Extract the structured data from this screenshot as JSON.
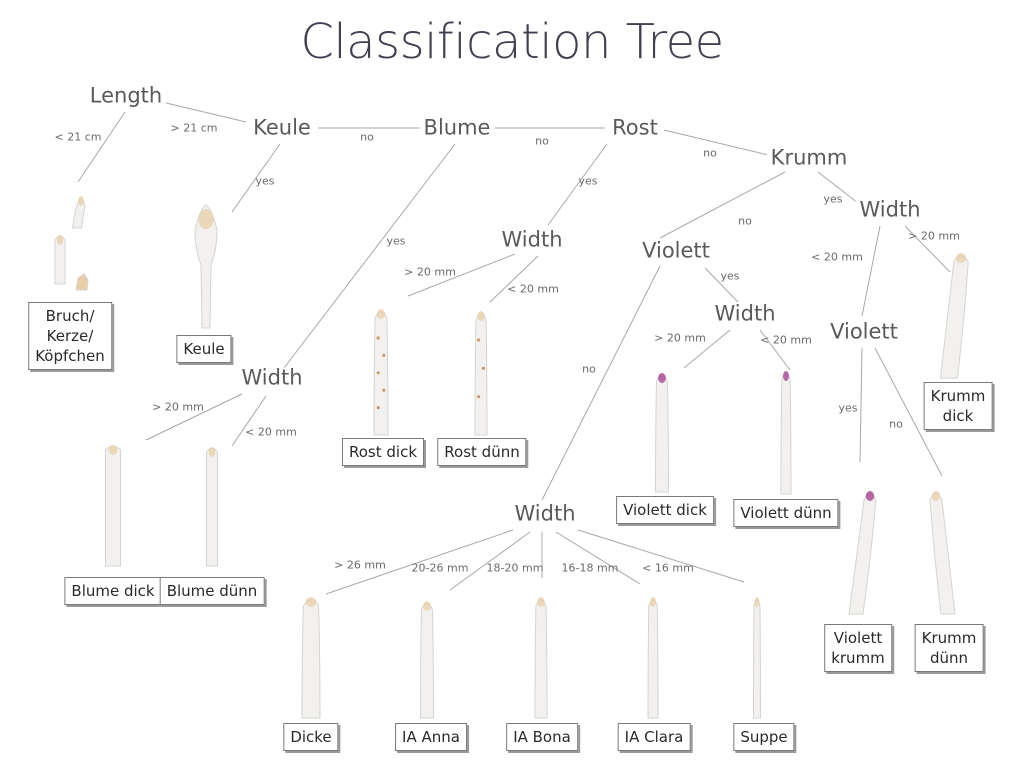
{
  "title": "Classification Tree",
  "colors": {
    "line": "#a8a8a8",
    "spear": "#f2f1ef",
    "spear_edge": "#d6d4d0",
    "tip": "#e8cfa9",
    "violet_tip": "#a23a8f",
    "rust": "#b9773b"
  },
  "nodes": {
    "length": "Length",
    "keule": "Keule",
    "blume": "Blume",
    "rost": "Rost",
    "krumm": "Krumm",
    "width_krumm": "Width",
    "width_rost": "Width",
    "violett_main": "Violett",
    "width_violett": "Width",
    "violett_krumm": "Violett",
    "width_blume": "Width",
    "width_main": "Width"
  },
  "edges": {
    "length_lt21": "< 21 cm",
    "length_gt21": "> 21 cm",
    "keule_no": "no",
    "keule_yes": "yes",
    "blume_no": "no",
    "blume_yes": "yes",
    "rost_yes": "yes",
    "rost_no": "no",
    "krumm_yes": "yes",
    "krumm_no": "no",
    "wk_gt20": "> 20 mm",
    "wk_lt20": "< 20 mm",
    "wr_gt20": "> 20 mm",
    "wr_lt20": "< 20 mm",
    "vm_yes": "yes",
    "vm_no": "no",
    "wv_gt20": "> 20 mm",
    "wv_lt20": "< 20 mm",
    "vk_yes": "yes",
    "vk_no": "no",
    "wb_gt20": "> 20 mm",
    "wb_lt20": "< 20 mm",
    "wm_gt26": "> 26 mm",
    "wm_2026": "20-26 mm",
    "wm_1820": "18-20 mm",
    "wm_1618": "16-18 mm",
    "wm_lt16": "< 16 mm"
  },
  "leaves": {
    "bruch": "Bruch/\nKerze/\nKöpfchen",
    "keule": "Keule",
    "rost_dick": "Rost dick",
    "rost_duenn": "Rost dünn",
    "krumm_dick": "Krumm\ndick",
    "violett_dick": "Violett dick",
    "violett_duenn": "Violett dünn",
    "violett_krumm": "Violett\nkrumm",
    "krumm_duenn": "Krumm\ndünn",
    "blume_dick": "Blume dick",
    "blume_duenn": "Blume dünn",
    "dicke": "Dicke",
    "ia_anna": "IA Anna",
    "ia_bona": "IA Bona",
    "ia_clara": "IA Clara",
    "suppe": "Suppe"
  }
}
